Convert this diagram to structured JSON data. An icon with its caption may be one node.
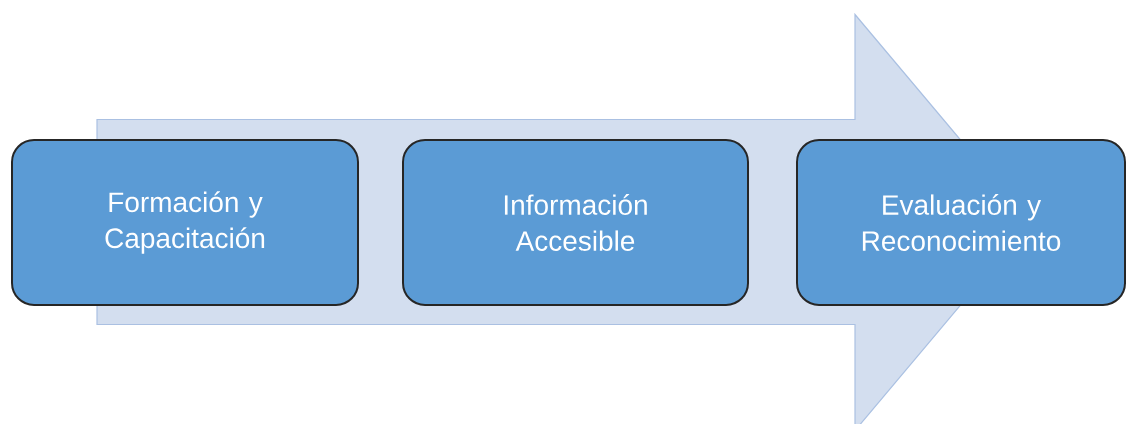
{
  "diagram": {
    "nodes": [
      {
        "text": [
          "Formación y Capacitación"
        ]
      },
      {
        "text": [
          "Información Accesible"
        ]
      },
      {
        "text": [
          "Evaluación y Reconocimiento"
        ]
      }
    ],
    "edges": [
      {
        "from": 0,
        "to": 2,
        "arrow": "to"
      }
    ]
  }
}
